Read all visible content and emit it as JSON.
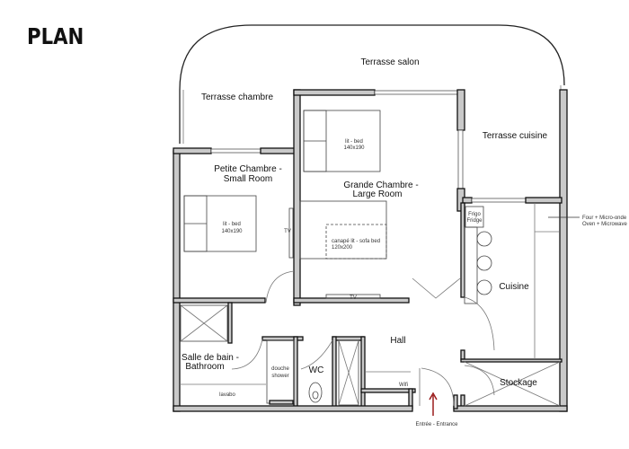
{
  "title": "PLAN",
  "rooms": {
    "terrasse_salon": "Terrasse salon",
    "terrasse_chambre": "Terrasse chambre",
    "terrasse_cuisine": "Terrasse cuisine",
    "petite_chambre_1": "Petite Chambre -",
    "petite_chambre_2": "Small Room",
    "grande_chambre_1": "Grande Chambre -",
    "grande_chambre_2": "Large Room",
    "cuisine": "Cuisine",
    "hall": "Hall",
    "salle_de_bain_1": "Salle de bain -",
    "salle_de_bain_2": "Bathroom",
    "wc": "WC",
    "stockage": "Stockage"
  },
  "furniture": {
    "bed_small_1": "lit - bed",
    "bed_small_2": "140x190",
    "bed_large_1": "lit - bed",
    "bed_large_2": "140x190",
    "sofa_bed_1": "canapé lit - sofa bed",
    "sofa_bed_2": "120x200",
    "tv_small": "TV",
    "tv_large": "TV",
    "fridge_1": "Frigo",
    "fridge_2": "Fridge",
    "oven_1": "Four + Micro-onde",
    "oven_2": "Oven + Microwave",
    "shower_1": "douche",
    "shower_2": "shower",
    "sink": "lavabo",
    "wifi": "Wifi"
  },
  "entrance": "Entrée - Entrance",
  "colors": {
    "wall": "#c9c9c9",
    "entrance_arrow": "#9b1c1c"
  }
}
